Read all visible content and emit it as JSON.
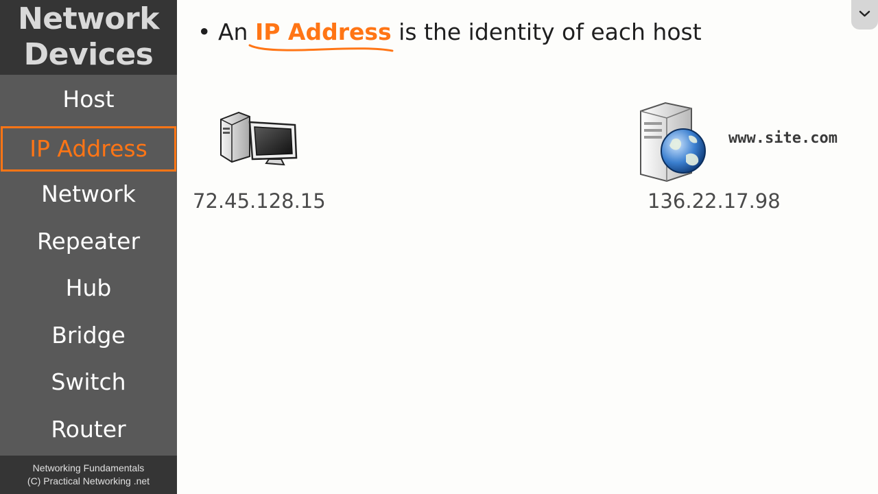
{
  "sidebar": {
    "title_line1": "Network",
    "title_line2": "Devices",
    "items": [
      {
        "label": "Host",
        "active": false
      },
      {
        "label": "IP Address",
        "active": true
      },
      {
        "label": "Network",
        "active": false
      },
      {
        "label": "Repeater",
        "active": false
      },
      {
        "label": "Hub",
        "active": false
      },
      {
        "label": "Bridge",
        "active": false
      },
      {
        "label": "Switch",
        "active": false
      },
      {
        "label": "Router",
        "active": false
      }
    ],
    "footer_line1": "Networking Fundamentals",
    "footer_line2": "(C) Practical Networking .net"
  },
  "slide": {
    "bullet": "•",
    "text_before": "An",
    "highlight": "IP Address",
    "text_after": "is the identity of each host",
    "accent_color": "#ff7515",
    "host": {
      "icon": "desktop-computer-icon",
      "ip": "72.45.128.15"
    },
    "server": {
      "icon": "web-server-icon",
      "ip": "136.22.17.98",
      "site": "www.site.com"
    }
  },
  "controls": {
    "expand_icon": "chevron-down-icon"
  }
}
